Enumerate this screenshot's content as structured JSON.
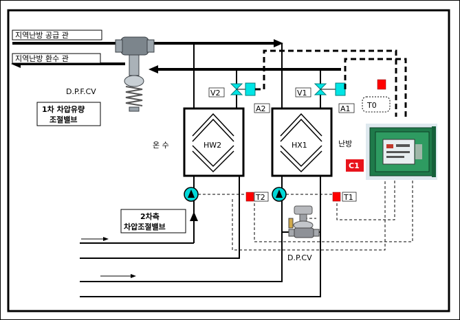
{
  "labels": {
    "supply_pipe": "지역난방 공급 관",
    "return_pipe": "지역난방 환수 관",
    "dpfcv": "D.P.F.CV",
    "primary_valve_line1": "1차 차압유량",
    "primary_valve_line2": "조절밸브",
    "v2": "V2",
    "v1": "V1",
    "a2": "A2",
    "a1": "A1",
    "t0": "T0",
    "hot_water": "온 수",
    "hw2": "HW2",
    "hx1": "HX1",
    "heating": "난방",
    "c1": "C1",
    "t2": "T2",
    "t1": "T1",
    "secondary_valve_line1": "2차측",
    "secondary_valve_line2": "차압조절밸브",
    "dpcv": "D.P.CV"
  },
  "colors": {
    "pipe": "#000000",
    "sensor_red": "#ff0000",
    "c1_red": "#e8141c",
    "valve_cyan": "#00e5e5",
    "pump_cyan": "#00d8d8",
    "panel_green": "#1f7a4a",
    "panel_bg": "#dfe9ef"
  },
  "icons": {
    "primary_valve": "control-valve-icon",
    "secondary_valve": "pressure-valve-icon",
    "controller": "control-panel-icon"
  }
}
